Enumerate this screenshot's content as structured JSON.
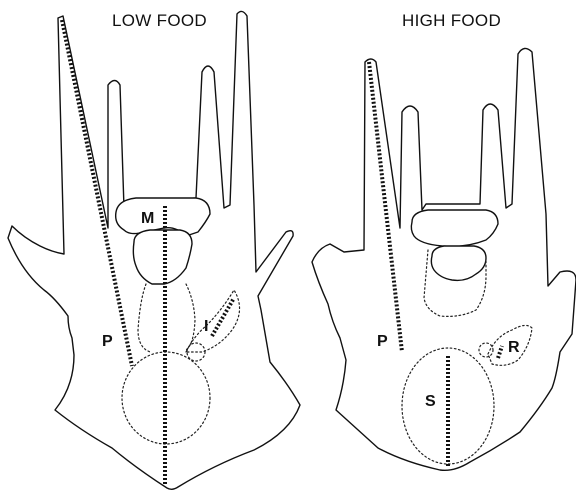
{
  "panels": [
    {
      "id": "low",
      "title": "LOW FOOD",
      "labels": {
        "P": "P",
        "M": "M",
        "I": "I"
      }
    },
    {
      "id": "high",
      "title": "HIGH FOOD",
      "labels": {
        "P": "P",
        "S": "S",
        "R": "R"
      }
    }
  ]
}
